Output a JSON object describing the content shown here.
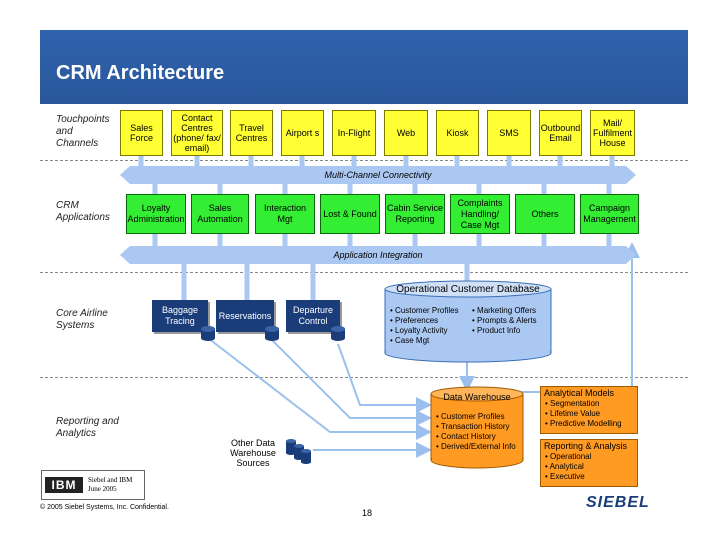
{
  "title": "CRM Architecture",
  "row_labels": {
    "touchpoints": [
      "Touchpoints",
      "and",
      "Channels"
    ],
    "crm": [
      "CRM",
      "Applications"
    ],
    "core": [
      "Core Airline",
      "Systems"
    ],
    "reporting": [
      "Reporting and",
      "Analytics"
    ]
  },
  "touchpoints": [
    [
      "Sales",
      "Force"
    ],
    [
      "Contact",
      "Centres",
      "(phone/ fax/",
      "email)"
    ],
    [
      "Travel",
      "Centres"
    ],
    [
      "Airport s"
    ],
    [
      "In-Flight"
    ],
    [
      "Web"
    ],
    [
      "Kiosk"
    ],
    [
      "SMS"
    ],
    [
      "Outbound",
      "Email"
    ],
    [
      "Mail/",
      "Fulfilment",
      "House"
    ]
  ],
  "multichannel_label": "Multi-Channel Connectivity",
  "crm_apps": [
    [
      "Loyalty",
      "Administration"
    ],
    [
      "Sales",
      "Automation"
    ],
    [
      "Interaction",
      "Mgt"
    ],
    [
      "Lost & Found"
    ],
    [
      "Cabin Service",
      "Reporting"
    ],
    [
      "Complaints",
      "Handling/",
      "Case Mgt"
    ],
    [
      "Others"
    ],
    [
      "Campaign",
      "Management"
    ]
  ],
  "integration_label": "Application Integration",
  "core_systems": [
    [
      "Baggage",
      "Tracing"
    ],
    [
      "Reservations"
    ],
    [
      "Departure",
      "Control"
    ]
  ],
  "ocd": {
    "title": "Operational Customer Database",
    "left": [
      "Customer Profiles",
      "Preferences",
      "Loyalty Activity",
      "Case Mgt"
    ],
    "right": [
      "Marketing Offers",
      "Prompts & Alerts",
      "Product Info"
    ]
  },
  "warehouse": {
    "title": "Data Warehouse",
    "items": [
      "Customer Profiles",
      "Transaction History",
      "Contact History",
      "Derived/External Info"
    ]
  },
  "analytical": {
    "title": "Analytical Models",
    "items": [
      "Segmentation",
      "Lifetime Value",
      "Predictive Modelling"
    ]
  },
  "reporting": {
    "title": "Reporting & Analysis",
    "items": [
      "Operational",
      "Analytical",
      "Executive"
    ]
  },
  "other_sources": [
    "Other Data",
    "Warehouse",
    "Sources"
  ],
  "footer": {
    "ibm_logo": "IBM",
    "ibm_note": [
      "Siebel and IBM",
      "June 2005"
    ],
    "copyright": "© 2005 Siebel Systems, Inc. Confidential.",
    "page": "18",
    "siebel_logo": "SIEBEL"
  },
  "colors": {
    "title_bar": "#2b5ea8",
    "touchpoint": "#ffff33",
    "crm_app": "#33ee33",
    "core_system": "#1a3d7a",
    "band": "#aac8f2",
    "analytics": "#ff9a22"
  }
}
